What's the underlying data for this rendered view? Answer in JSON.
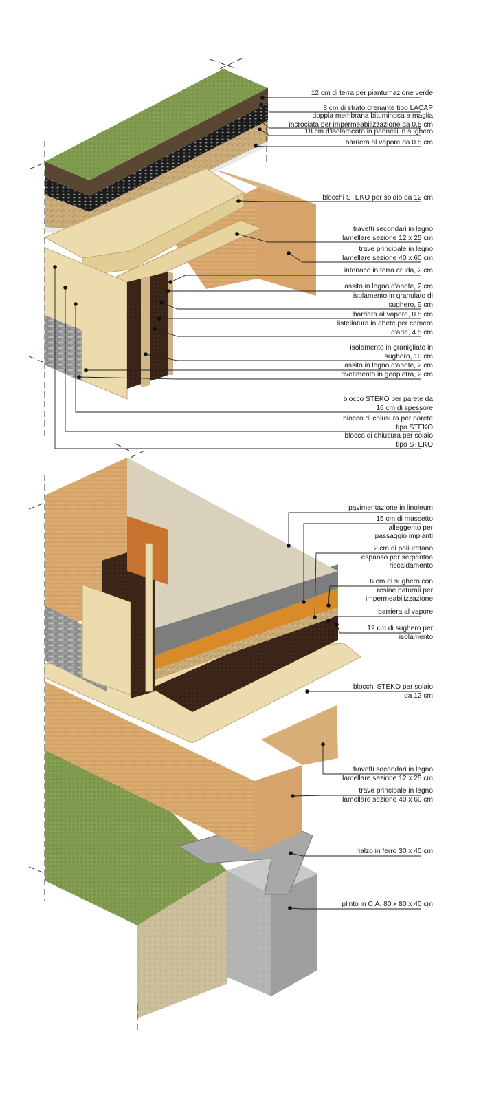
{
  "colors": {
    "grass": "#7f9a4e",
    "soil": "#5a4733",
    "membrane": "#1c1c1c",
    "cork": "#c9ab78",
    "wood_light": "#ead7a8",
    "wood_beam": "#d9b07c",
    "dark_insulation": "#3b2418",
    "stone": "#8c8c8c",
    "linoleum": "#d9d1bc",
    "screed": "#7d7d7d",
    "polyurethane": "#d98b2a",
    "concrete": "#b2b2b2",
    "steel": "#a8a8a8",
    "ground": "#cdbd96",
    "leader": "#222222"
  },
  "upper": {
    "labels": [
      {
        "id": "terra",
        "text": "12 cm di terra per piantumazione verde"
      },
      {
        "id": "lacap",
        "text": "8 cm di strato drenante tipo LACAP"
      },
      {
        "id": "membrana",
        "text": "doppia membrana bituminosa a maglia\nincrociata per impermeabilizzazione da 0.5 cm"
      },
      {
        "id": "isolamento-sughero",
        "text": "18 cm d'isolamento in pannelli in sughero"
      },
      {
        "id": "barriera-tetto",
        "text": "barriera al vapore da 0.5 cm"
      },
      {
        "id": "steko-solaio",
        "text": "blocchi STEKO per solaio da 12 cm"
      },
      {
        "id": "travetti",
        "text": "travetti secondari in legno\nlamellare sezione 12 x 25 cm"
      },
      {
        "id": "trave",
        "text": "trave principale in legno\nlamellare sezione 40 x 60 cm"
      },
      {
        "id": "intonaco",
        "text": "intonaco in terra cruda, 2 cm"
      },
      {
        "id": "assito-1",
        "text": "assito in legno d'abete, 2 cm"
      },
      {
        "id": "granulato",
        "text": "isolamento in granulato di\nsughero, 9 cm"
      },
      {
        "id": "barriera-parete",
        "text": "barriera al vapore, 0.5 cm"
      },
      {
        "id": "listellatura",
        "text": "listellatura in abete per camera\nd'aria, 4.5 cm"
      },
      {
        "id": "granigliato",
        "text": "isolamento in granigliato in\nsughero, 10 cm"
      },
      {
        "id": "assito-2",
        "text": "assito in legno d'abete, 2 cm"
      },
      {
        "id": "geopietra",
        "text": "rivetimento in geopietra, 2 cm"
      },
      {
        "id": "steko-parete",
        "text": "blocco STEKO per parete da\n16 cm di spessore"
      },
      {
        "id": "chiusura-parete",
        "text": "blocco di chiusura per parete\ntipo STEKO"
      },
      {
        "id": "chiusura-solaio",
        "text": "blocco di chiusura  per solaio\ntipo STEKO"
      }
    ]
  },
  "lower": {
    "labels": [
      {
        "id": "linoleum",
        "text": "pavimentazione in linoleum"
      },
      {
        "id": "massetto",
        "text": "15 cm di massetto\nalleggerito per\npassaggio impianti"
      },
      {
        "id": "poliuretano",
        "text": "2 cm di poliuretano\nespanso per serpentna\nriscaldamento"
      },
      {
        "id": "sughero-resine",
        "text": "6 cm di sughero con\nresine naturali per\nimpermeabilizzazione"
      },
      {
        "id": "barriera",
        "text": "barriera al vapore"
      },
      {
        "id": "sughero-isolamento",
        "text": "12 cm di sughero per\nisolamento"
      },
      {
        "id": "steko-solaio",
        "text": "blocchi STEKO per solaio\nda 12 cm"
      },
      {
        "id": "travetti",
        "text": "travetti secondari in legno\nlamellare sezione 12 x 25 cm"
      },
      {
        "id": "trave",
        "text": "trave principale in legno\nlamellare sezione 40 x 60 cm"
      },
      {
        "id": "rialzo",
        "text": "rialzo in ferro 30 x 40 cm"
      },
      {
        "id": "plinto",
        "text": "plinto in C.A. 80 x 80 x 40 cm"
      }
    ]
  }
}
